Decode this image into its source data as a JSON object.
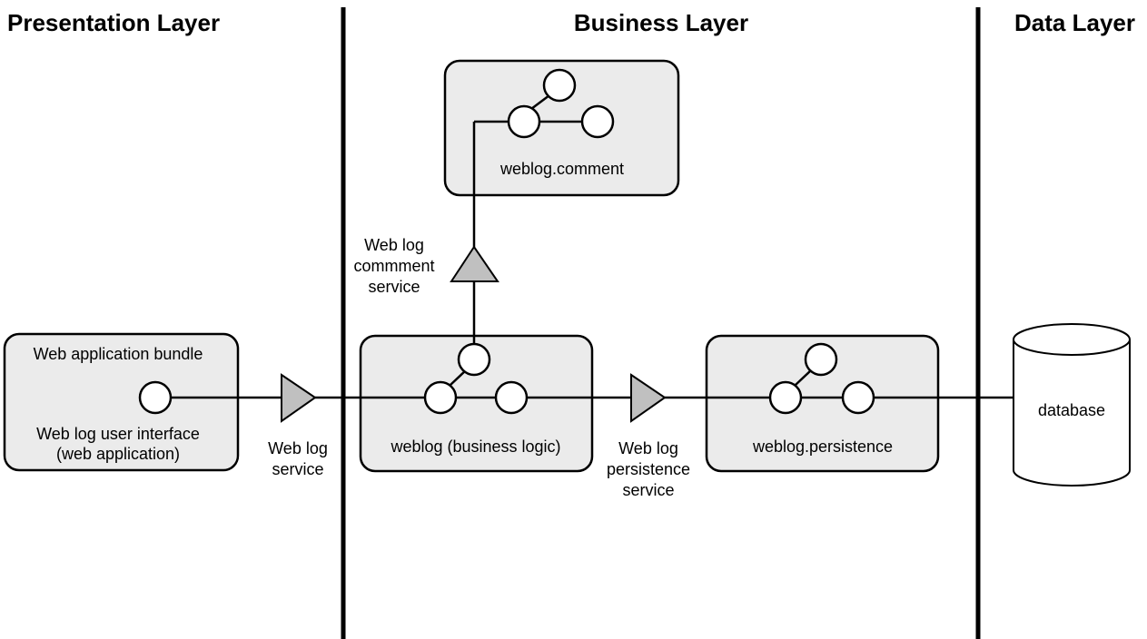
{
  "layers": {
    "presentation": "Presentation Layer",
    "business": "Business Layer",
    "data": "Data Layer"
  },
  "bundles": {
    "web_app": {
      "title": "Web application bundle",
      "desc_line1": "Web log user interface",
      "desc_line2": "(web application)"
    },
    "comment": {
      "label": "weblog.comment"
    },
    "business": {
      "label": "weblog (business logic)"
    },
    "persistence": {
      "label": "weblog.persistence"
    }
  },
  "services": {
    "web_log": {
      "line1": "Web log",
      "line2": "service"
    },
    "comment": {
      "line1": "Web log",
      "line2": "commment",
      "line3": "service"
    },
    "persistence": {
      "line1": "Web log",
      "line2": "persistence",
      "line3": "service"
    }
  },
  "database": {
    "label": "database"
  }
}
